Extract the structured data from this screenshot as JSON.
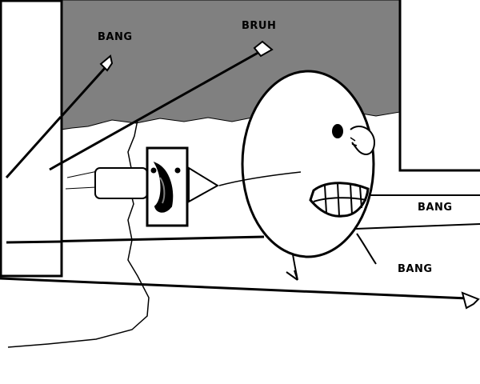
{
  "labels": {
    "bang_top": "BANG",
    "bruh": "BRUH",
    "bang_right": "BANG",
    "bang_bottom": "BANG"
  },
  "colors": {
    "background": "#ffffff",
    "sky": "#808080",
    "ink": "#000000"
  }
}
